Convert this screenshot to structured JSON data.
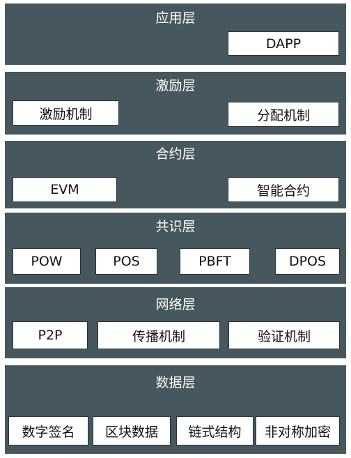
{
  "layers": [
    {
      "title": "应用层",
      "items": [
        "DAPP"
      ]
    },
    {
      "title": "激励层",
      "items": [
        "激励机制",
        "分配机制"
      ]
    },
    {
      "title": "合约层",
      "items": [
        "EVM",
        "智能合约"
      ]
    },
    {
      "title": "共识层",
      "items": [
        "POW",
        "POS",
        "PBFT",
        "DPOS"
      ]
    },
    {
      "title": "网络层",
      "items": [
        "P2P",
        "传播机制",
        "验证机制"
      ]
    },
    {
      "title": "数据层",
      "items": [
        "数字签名",
        "区块数据",
        "链式结构",
        "非对称加密"
      ]
    }
  ],
  "colors": {
    "layer_background": "#46575e",
    "box_background": "#ffffff",
    "title_text": "#ffffff",
    "box_text": "#111111"
  }
}
